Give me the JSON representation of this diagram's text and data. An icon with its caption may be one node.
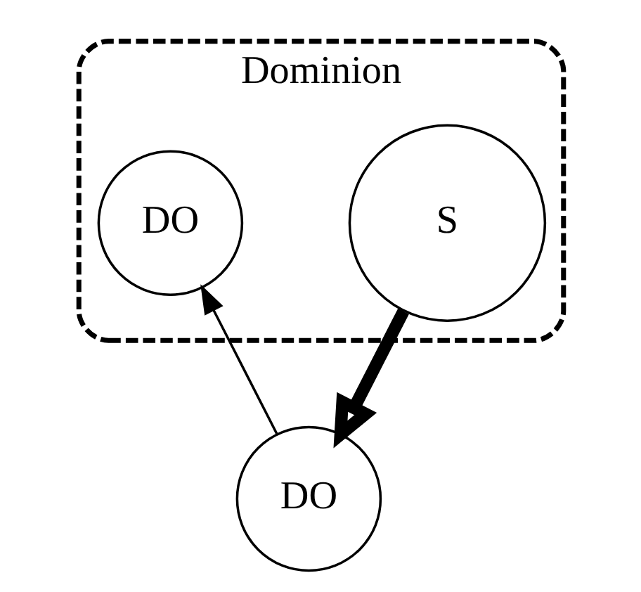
{
  "diagram": {
    "nodes": [
      {
        "text": [
          "Dominion"
        ]
      },
      {
        "text": [
          "S"
        ],
        "in": 0
      },
      {
        "text": [
          "DO"
        ]
      },
      {
        "text": [
          "DO"
        ],
        "in": 0
      }
    ],
    "edges": [
      {
        "from": 1,
        "to": 2,
        "arrow": "to",
        "style": "thick"
      },
      {
        "from": 2,
        "to": 3,
        "arrow": "to"
      }
    ]
  }
}
